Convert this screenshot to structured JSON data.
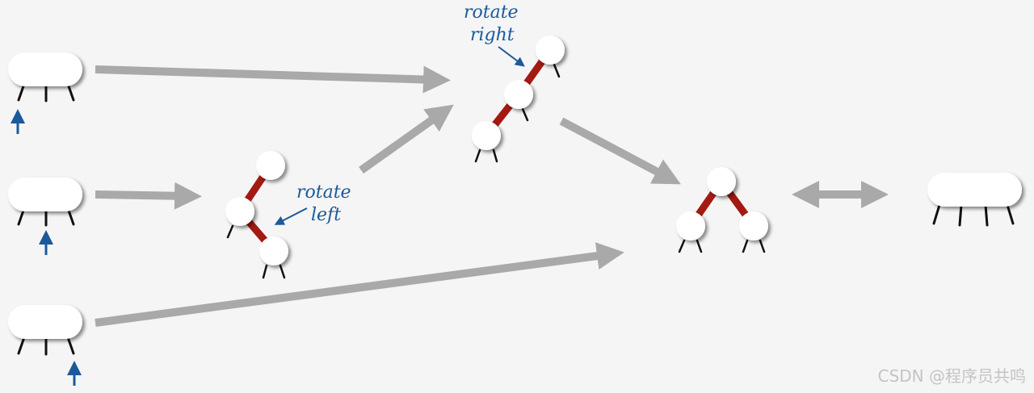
{
  "labels": {
    "rotate_right_line1": "rotate",
    "rotate_right_line2": "right",
    "rotate_left_line1": "rotate",
    "rotate_left_line2": "left"
  },
  "watermark": "CSDN @程序员共鸣",
  "colors": {
    "background": "#f5f5f5",
    "red_link": "#a31a12",
    "gray_arrow": "#a9a9a9",
    "label_blue": "#1a5a9a",
    "pointer_blue": "#1a5a9a"
  }
}
